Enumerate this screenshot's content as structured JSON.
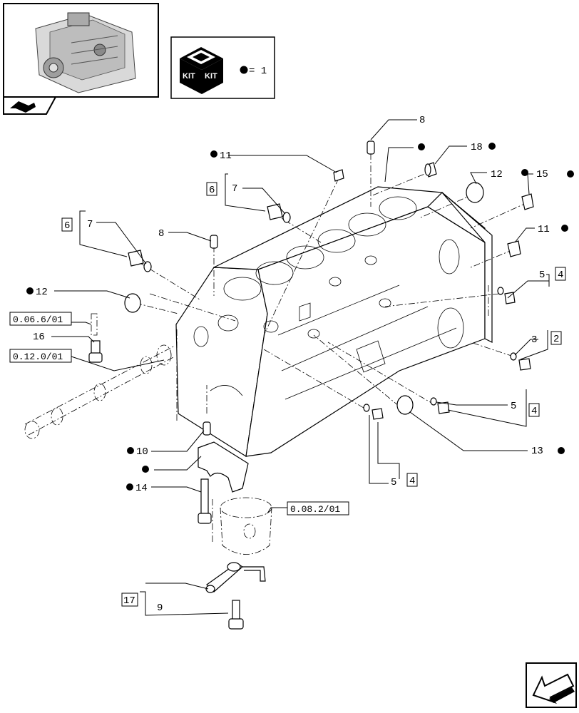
{
  "kit": {
    "badge_text": "KIT",
    "equals": "= 1",
    "bullet_color": "#000000"
  },
  "refs": {
    "r1": "0.06.6/01",
    "r2": "0.12.0/01",
    "r3": "0.08.2/01"
  },
  "labels": {
    "p8a": "8",
    "p8b": "8",
    "p11a": "11",
    "p11b": "11",
    "p18": "18",
    "p12a": "12",
    "p12b": "12",
    "p15": "15",
    "p7a": "7",
    "p7b": "7",
    "b6a": "6",
    "b6b": "6",
    "p5a": "5",
    "b4a": "4",
    "p3": "3",
    "b2": "2",
    "p5b": "5",
    "b4b": "4",
    "p5c": "5",
    "b4c": "4",
    "p13": "13",
    "p16": "16",
    "p10": "10",
    "p14": "14",
    "b17": "17",
    "p9": "9"
  }
}
